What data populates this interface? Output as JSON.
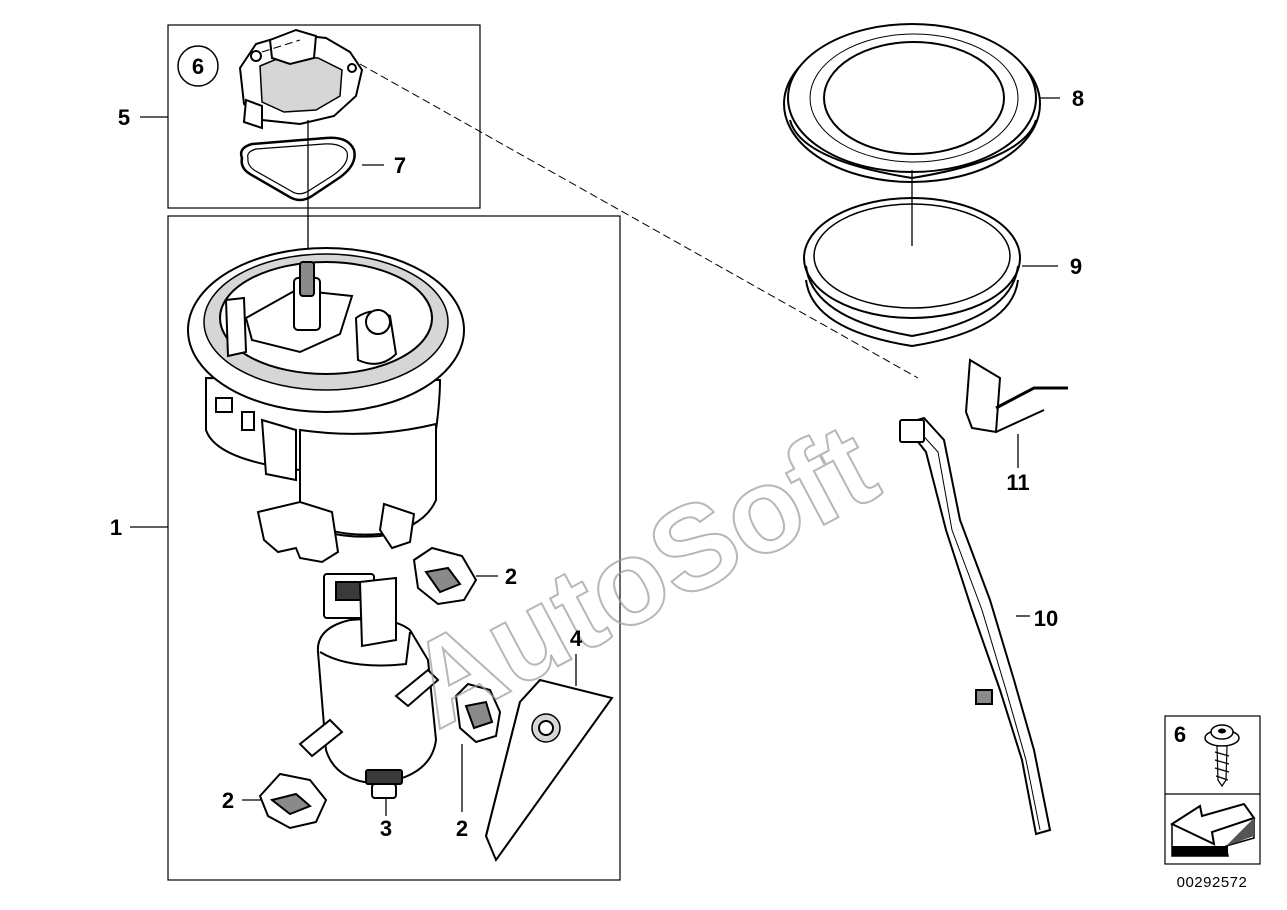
{
  "callouts": {
    "c1": "1",
    "c2a": "2",
    "c2b": "2",
    "c2c": "2",
    "c3": "3",
    "c4": "4",
    "c5": "5",
    "c6": "6",
    "c6_inset": "6",
    "c7": "7",
    "c8": "8",
    "c9": "9",
    "c10": "10",
    "c11": "11"
  },
  "watermark": "AutoSoft",
  "document_number": "00292572"
}
